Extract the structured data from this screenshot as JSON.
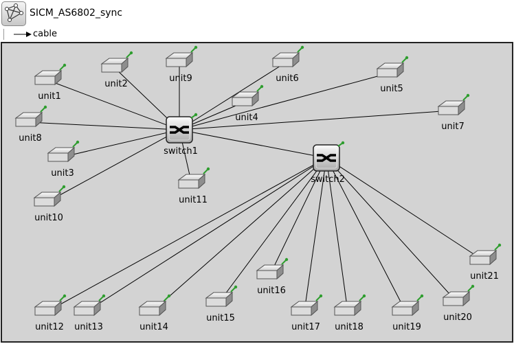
{
  "network": {
    "title": "SICM_AS6802_sync",
    "icon": "network-icon"
  },
  "legend": {
    "label": "cable"
  },
  "switches": [
    {
      "id": "switch1",
      "label": "switch1"
    },
    {
      "id": "switch2",
      "label": "switch2"
    }
  ],
  "units": [
    {
      "id": "unit1",
      "label": "unit1"
    },
    {
      "id": "unit2",
      "label": "unit2"
    },
    {
      "id": "unit3",
      "label": "unit3"
    },
    {
      "id": "unit4",
      "label": "unit4"
    },
    {
      "id": "unit5",
      "label": "unit5"
    },
    {
      "id": "unit6",
      "label": "unit6"
    },
    {
      "id": "unit7",
      "label": "unit7"
    },
    {
      "id": "unit8",
      "label": "unit8"
    },
    {
      "id": "unit9",
      "label": "unit9"
    },
    {
      "id": "unit10",
      "label": "unit10"
    },
    {
      "id": "unit11",
      "label": "unit11"
    },
    {
      "id": "unit12",
      "label": "unit12"
    },
    {
      "id": "unit13",
      "label": "unit13"
    },
    {
      "id": "unit14",
      "label": "unit14"
    },
    {
      "id": "unit15",
      "label": "unit15"
    },
    {
      "id": "unit16",
      "label": "unit16"
    },
    {
      "id": "unit17",
      "label": "unit17"
    },
    {
      "id": "unit18",
      "label": "unit18"
    },
    {
      "id": "unit19",
      "label": "unit19"
    },
    {
      "id": "unit20",
      "label": "unit20"
    },
    {
      "id": "unit21",
      "label": "unit21"
    }
  ],
  "connections": [
    [
      "switch1",
      "unit1"
    ],
    [
      "switch1",
      "unit2"
    ],
    [
      "switch1",
      "unit3"
    ],
    [
      "switch1",
      "unit4"
    ],
    [
      "switch1",
      "unit5"
    ],
    [
      "switch1",
      "unit6"
    ],
    [
      "switch1",
      "unit7"
    ],
    [
      "switch1",
      "unit8"
    ],
    [
      "switch1",
      "unit9"
    ],
    [
      "switch1",
      "unit10"
    ],
    [
      "switch1",
      "unit11"
    ],
    [
      "switch1",
      "switch2"
    ],
    [
      "switch2",
      "unit12"
    ],
    [
      "switch2",
      "unit13"
    ],
    [
      "switch2",
      "unit14"
    ],
    [
      "switch2",
      "unit15"
    ],
    [
      "switch2",
      "unit16"
    ],
    [
      "switch2",
      "unit17"
    ],
    [
      "switch2",
      "unit18"
    ],
    [
      "switch2",
      "unit19"
    ],
    [
      "switch2",
      "unit20"
    ],
    [
      "switch2",
      "unit21"
    ]
  ],
  "colors": {
    "canvas": "#d3d3d3",
    "link": "#000000",
    "device_body": "#e8e8e8",
    "status_led": "#2e9d2e"
  }
}
